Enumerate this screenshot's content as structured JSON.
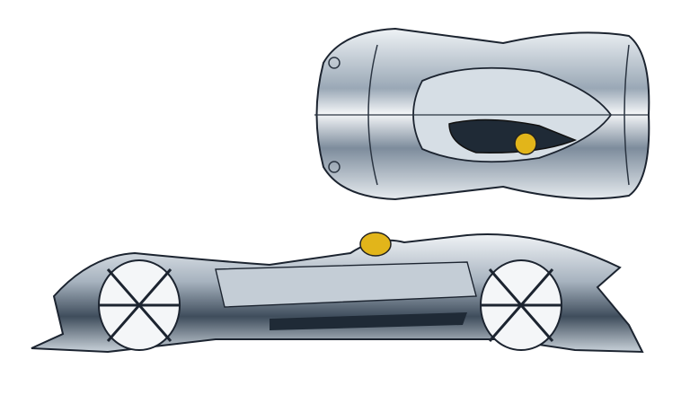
{
  "scene": {
    "subject": "concept-car-sketch",
    "views": [
      "top-view",
      "side-view"
    ],
    "colors": {
      "background": "#ffffff",
      "ink": "#1c2430",
      "shade": "#3a4a5c",
      "highlight": "#dfe7ee",
      "helmet": "#e2b51a"
    }
  }
}
